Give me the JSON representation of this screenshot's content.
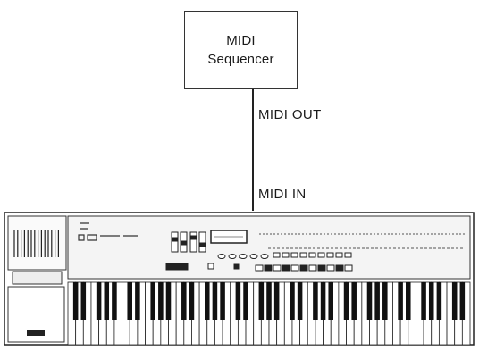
{
  "sequencer": {
    "line1": "MIDI",
    "line2": "Sequencer"
  },
  "labels": {
    "midi_out": "MIDI OUT",
    "midi_in": "MIDI IN"
  },
  "colors": {
    "ink": "#1a1a1a",
    "panel": "#f4f4f4",
    "key_black": "#111111"
  }
}
